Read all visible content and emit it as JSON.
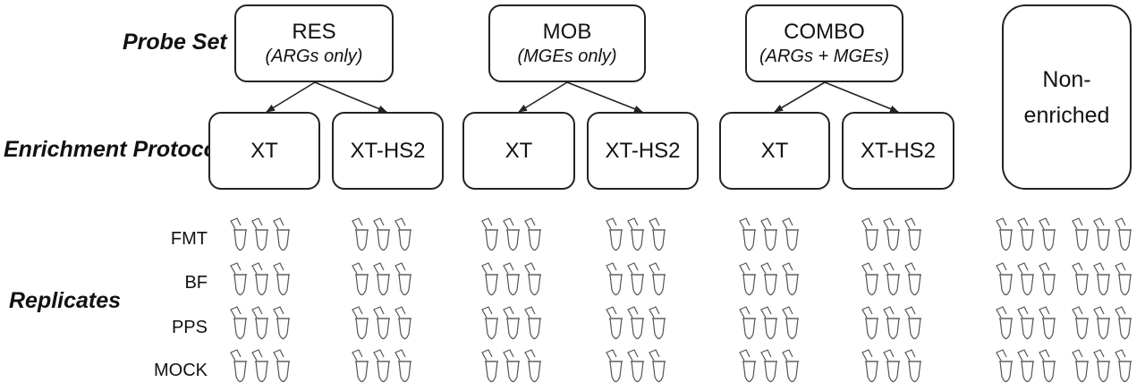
{
  "row_labels": {
    "probe_set": "Probe Set",
    "enrichment_protocol": "Enrichment Protocol",
    "replicates": "Replicates"
  },
  "probe_sets": [
    {
      "name": "RES",
      "description": "(ARGs only)"
    },
    {
      "name": "MOB",
      "description": "(MGEs only)"
    },
    {
      "name": "COMBO",
      "description": "(ARGs + MGEs)"
    }
  ],
  "protocols": [
    "XT",
    "XT-HS2",
    "XT",
    "XT-HS2",
    "XT",
    "XT-HS2"
  ],
  "non_enriched": "Non-enriched",
  "samples": [
    "FMT",
    "BF",
    "PPS",
    "MOCK"
  ],
  "tubes_per_group": 3,
  "icons": {
    "replicate": "microcentrifuge-tube-icon"
  }
}
